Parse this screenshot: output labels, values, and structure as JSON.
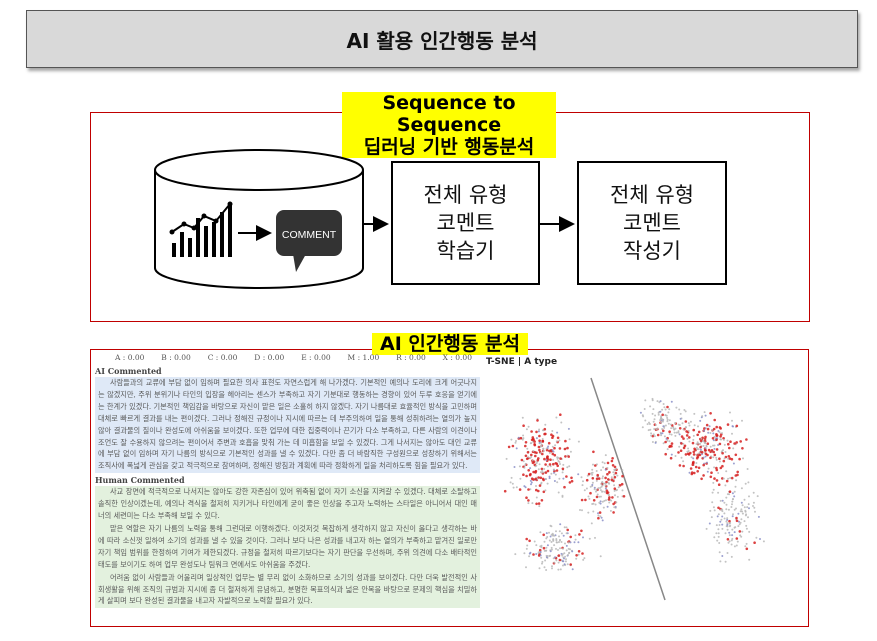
{
  "header": {
    "title": "AI 활용 인간행동 분석"
  },
  "seq2seq": {
    "label_line1": "Sequence to Sequence",
    "label_line2": "딥러닝 기반 행동분석",
    "comment_bubble": "COMMENT",
    "learner_box": "전체 유형\n코멘트\n학습기",
    "writer_box": "전체 유형\n코멘트\n작성기"
  },
  "analysis": {
    "label": "AI 인간행동 분석",
    "metrics": [
      "A : 0.00",
      "B : 0.00",
      "C : 0.00",
      "D : 0.00",
      "E : 0.00",
      "M : 1.00",
      "R : 0.00",
      "X : 0.00"
    ],
    "ai_label": "AI Commented",
    "ai_text": "사람들과의 교류에 부담 없이 임하며 필요한 의사 표현도 자연스럽게 해 나가겠다. 기본적인 예의나 도리에 크게 어긋나지는 않겠지만, 주위 분위기나 타인의 입장을 헤아리는 센스가 부족하고 자기 기분대로 행동하는 경향이 있어 두루 호응을 얻기에는 한계가 있겠다. 기본적인 책임감을 바탕으로 자신이 맡은 일은 소홀히 하지 않겠다. 자기 나름대로 효율적인 방식을 고민하며 대체로 빠르게 결과를 내는 편이겠다. 그러나 정해진 규정이나 지시에 따르는 데 부주의하여 일을 통해 성취하려는 열의가 높지 않아 결과물의 질이나 완성도에 아쉬움을 보이겠다. 또한 업무에 대한 집중력이나 끈기가 다소 부족하고, 다른 사람의 이견이나 조언도 잘 수용하지 않으려는 편이어서 주변과 호흡을 맞춰 가는 데 미흡함을 보일 수 있겠다. 그게 나서지는 않아도 대인 교류에 부담 없이 임하며 자기 나름의 방식으로 기본적인 성과를 낼 수 있겠다. 다만 좀 더 바람직한 구성원으로 성장하기 위해서는 조직사에 폭넓게 관심을 갖고 적극적으로 참여하며, 정해진 방침과 계획에 따라 정확하게 일을 처리하도록 힘을 필요가 있다.",
    "human_label": "Human Commented",
    "human_text_1": "사교 장면에 적극적으로 나서지는 않아도 강한 자존심이 있어 위축됨 없이 자기 소신을 지켜갈 수 있겠다. 대체로 소탈하고 솔직한 인상이겠는데, 예의나 격식을 철저히 지키거나 타인에게 굳이 좋은 인상을 주고자 노력하는 스타일은 아니어서 대인 매너의 세련미는 다소 부족해 보일 수 있다.",
    "human_text_2": "맡은 역할은 자기 나름의 노력을 통해 그런대로 이행하겠다. 이것저것 복잡하게 생각하지 않고 자신이 옳다고 생각하는 바에 따라 소신껏 일하여 소기의 성과를 낼 수 있을 것이다. 그러나 보다 나은 성과를 내고자 하는 열의가 부족하고 맡겨진 일로만 자기 책임 범위를 한정하여 기여가 제한되겠다. 규정을 철저히 따르기보다는 자기 판단을 우선하며, 주위 의견에 다소 배타적인 태도를 보이기도 하여 업무 완성도나 팀워크 면에서도 아쉬움을 주겠다.",
    "human_text_3": "어려움 없이 사람들과 어울리며 일상적인 업무는 별 무리 없이 소화하므로 소기의 성과를 보이겠다. 다만 더욱 발전적인 사회생활을 위해 조직의 규범과 지시에 좀 더 철저하게 유념하고, 분명한 목표의식과 넓은 안목을 바탕으로 문제의 핵심을 치밀하게 살피며 보다 완성된 결과물을 내고자 자발적으로 노력할 필요가 있다.",
    "tsne_title": "T-SNE | A type"
  }
}
